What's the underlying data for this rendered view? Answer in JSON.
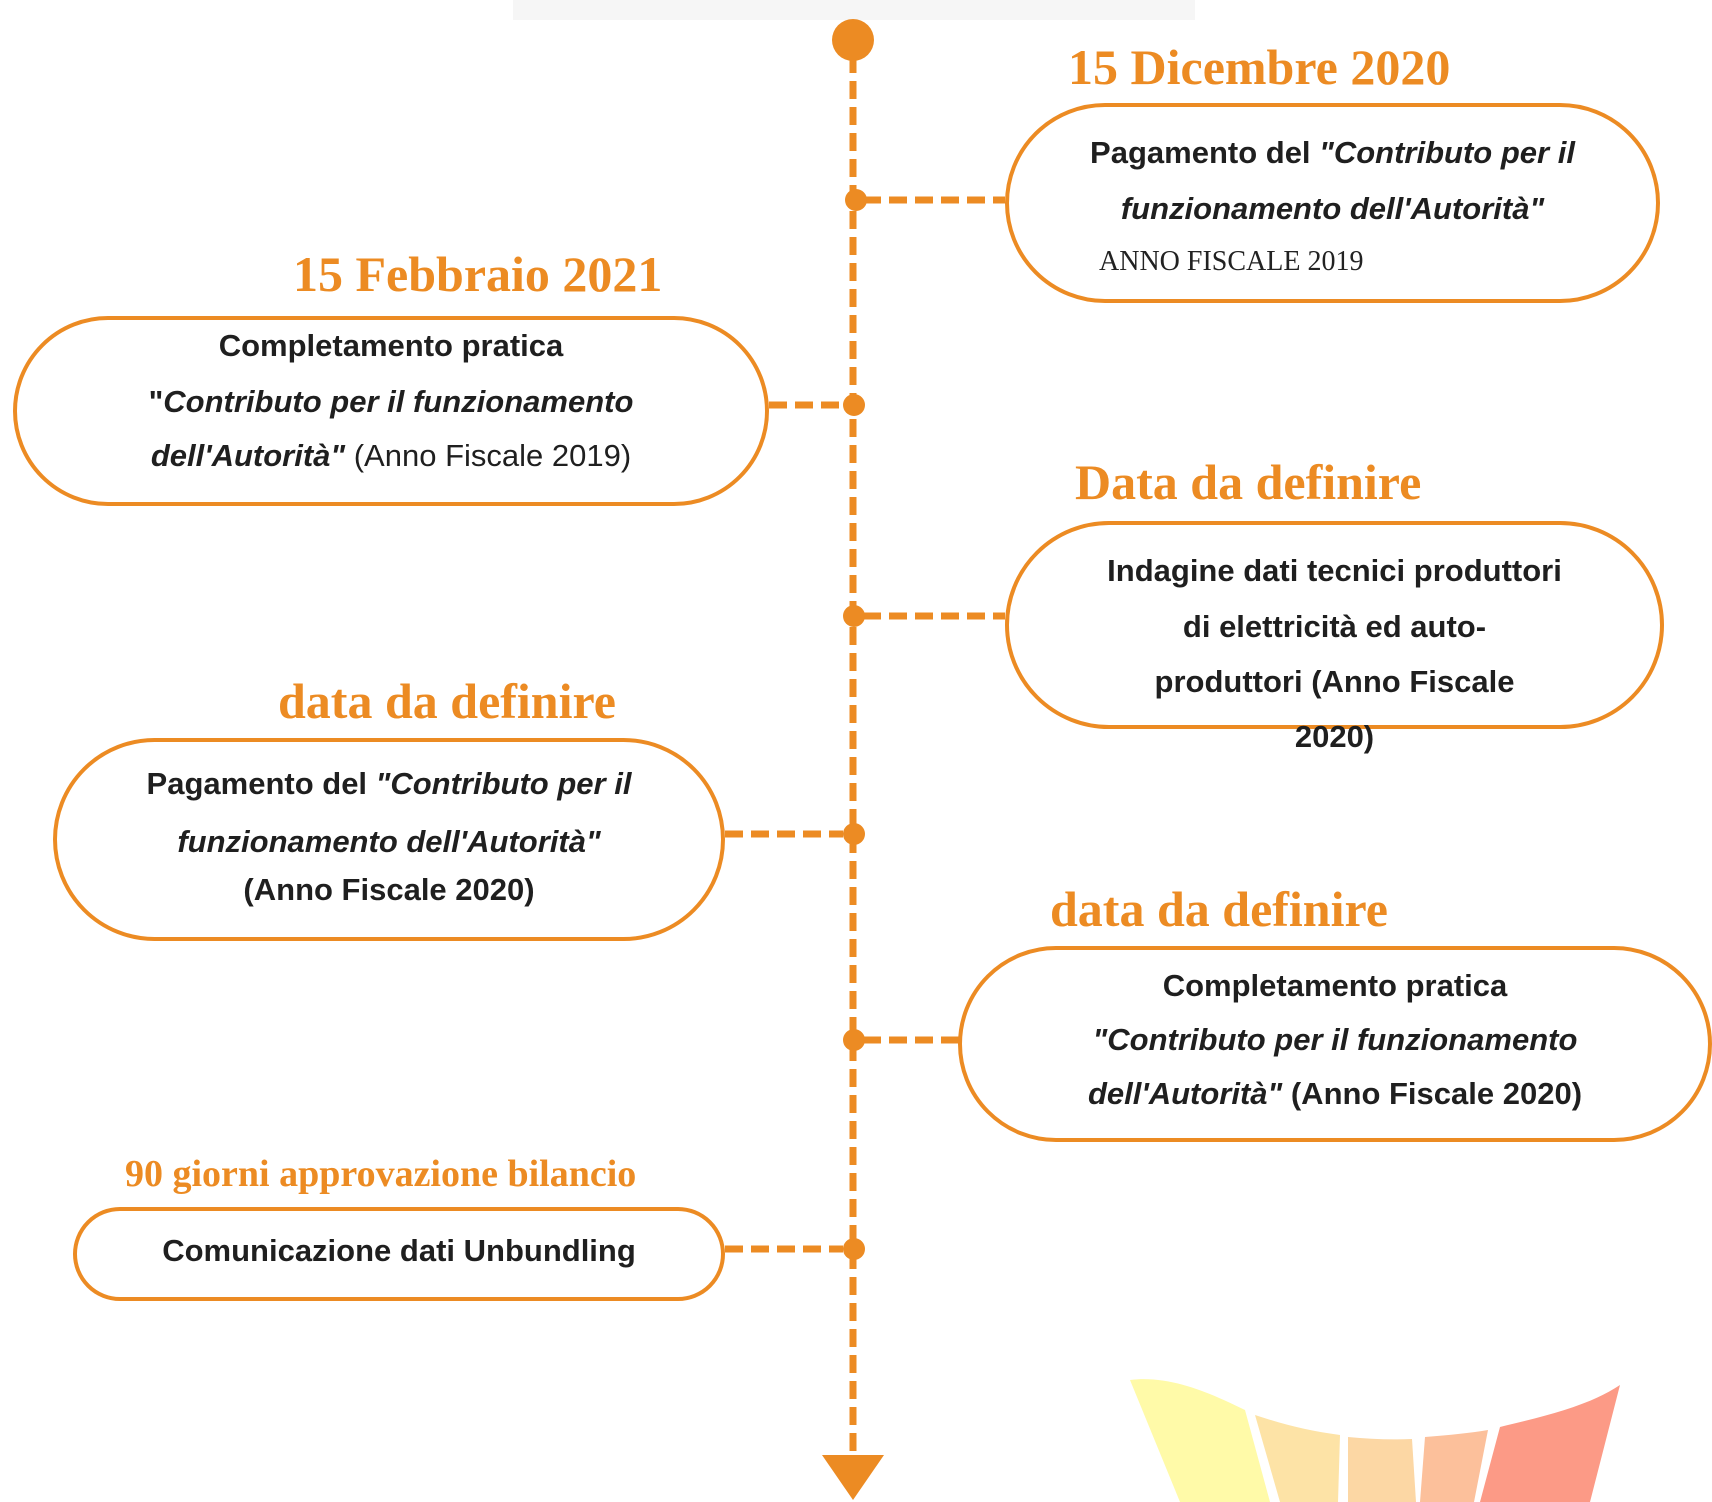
{
  "colors": {
    "accent": "#ec8b23",
    "text": "#1f1f1f"
  },
  "events": [
    {
      "date": "15 Dicembre 2020",
      "lines": [
        {
          "a": "Pagamento del ",
          "b": "\"Contributo per il"
        },
        {
          "b": "funzionamento dell'Autorità\""
        },
        {
          "a": "ANNO FISCALE 2019"
        }
      ]
    },
    {
      "date": "15 Febbraio 2021",
      "lines": [
        {
          "a": "Completamento pratica"
        },
        {
          "a": "\"",
          "b": "Contributo per il funzionamento"
        },
        {
          "b": "dell'Autorità\"",
          "a": " (Anno Fiscale 2019)"
        }
      ]
    },
    {
      "date": "Data da definire",
      "lines": [
        {
          "a": "Indagine dati tecnici produttori"
        },
        {
          "a": "di elettricità ed auto-"
        },
        {
          "a": "produttori (Anno Fiscale"
        },
        {
          "a": "2020)"
        }
      ]
    },
    {
      "date": "data da definire",
      "lines": [
        {
          "a": "Pagamento del ",
          "b": "\"Contributo per il"
        },
        {
          "b": "funzionamento dell'Autorità\""
        },
        {
          "a": "(Anno Fiscale 2020)"
        }
      ]
    },
    {
      "date": "data da definire",
      "lines": [
        {
          "a": "Completamento pratica"
        },
        {
          "b": "\"Contributo per il funzionamento"
        },
        {
          "b": "dell'Autorità\"",
          "a": " (Anno Fiscale 2020)"
        }
      ]
    },
    {
      "date": "90 giorni approvazione bilancio",
      "lines": [
        {
          "a": "Comunicazione dati Unbundling"
        }
      ]
    }
  ]
}
